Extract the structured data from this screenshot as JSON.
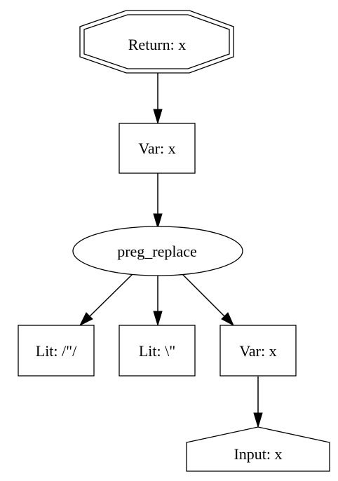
{
  "graph": {
    "nodes": {
      "return": {
        "label": "Return: x",
        "shape": "double-octagon"
      },
      "var_top": {
        "label": "Var: x",
        "shape": "box"
      },
      "call": {
        "label": "preg_replace",
        "shape": "ellipse"
      },
      "lit_pattern": {
        "label": "Lit: /\"/",
        "shape": "box"
      },
      "lit_replacement": {
        "label": "Lit: \\\"",
        "shape": "box"
      },
      "var_arg": {
        "label": "Var: x",
        "shape": "box"
      },
      "input": {
        "label": "Input: x",
        "shape": "house"
      }
    },
    "edges": [
      {
        "from": "return",
        "to": "var_top"
      },
      {
        "from": "var_top",
        "to": "call"
      },
      {
        "from": "call",
        "to": "lit_pattern"
      },
      {
        "from": "call",
        "to": "lit_replacement"
      },
      {
        "from": "call",
        "to": "var_arg"
      },
      {
        "from": "var_arg",
        "to": "input"
      }
    ],
    "colors": {
      "stroke": "#000000",
      "fill": "#ffffff",
      "text": "#000000"
    }
  }
}
